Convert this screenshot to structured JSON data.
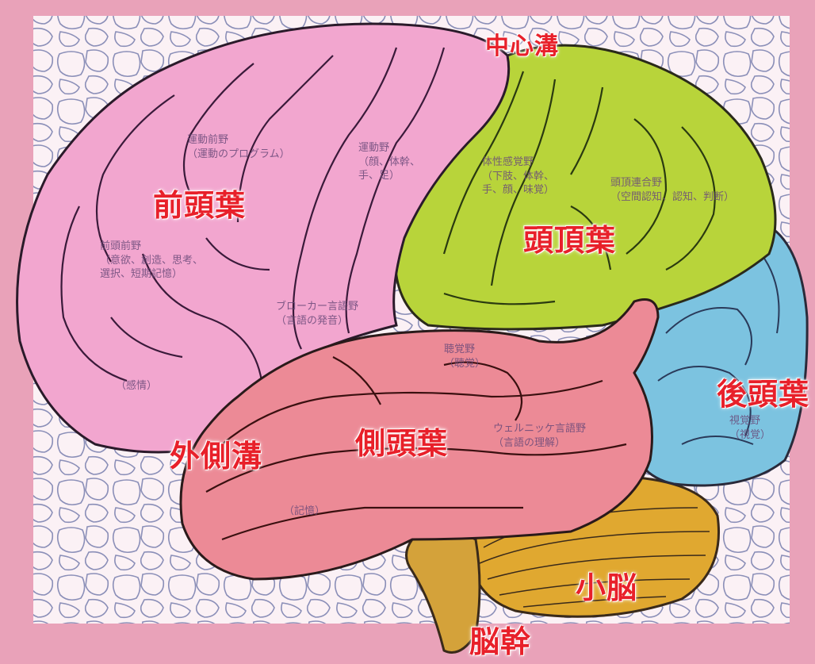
{
  "colors": {
    "background": "#e9a2b9",
    "frontal": "#f2a6cf",
    "parietal": "#b8d43a",
    "temporal": "#ec8a96",
    "occipital": "#7cc3e0",
    "cerebellum": "#e0a830",
    "brainstem": "#d4a23a",
    "label": "#e8202a"
  },
  "labels": {
    "central_sulcus": "中心溝",
    "frontal_lobe": "前頭葉",
    "parietal_lobe": "頭頂葉",
    "temporal_lobe": "側頭葉",
    "occipital_lobe": "後頭葉",
    "lateral_sulcus": "外側溝",
    "cerebellum": "小脳",
    "brainstem": "脳幹"
  },
  "notes": {
    "premotor": "運動前野\n（運動のプログラム）",
    "motor": "運動野\n（顔、体幹、\n手、足）",
    "somatosensory": "体性感覚野\n（下肢、体幹、\n手、顔、味覚）",
    "association": "頭頂連合野\n（空間認知、認知、判断）",
    "prefrontal": "前頭前野\n（意欲、創造、思考、\n選択、短期記憶）",
    "broca": "ブローカー言語野\n（言語の発音）",
    "emotion": "（感情）",
    "auditory": "聴覚野\n（聴覚）",
    "wernicke": "ウェルニッケ言語野\n（言語の理解）",
    "visual": "視覚野\n（視覚）",
    "memory": "（記憶）"
  }
}
